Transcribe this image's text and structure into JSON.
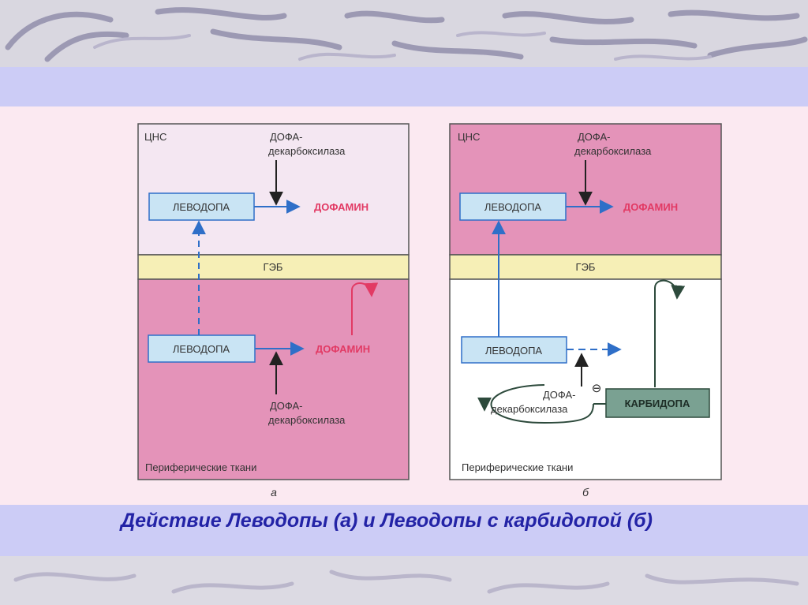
{
  "diagram": {
    "panel_a": {
      "cns": "ЦНС",
      "enzyme_top_line1": "ДОФА-",
      "enzyme_top_line2": "декарбоксилаза",
      "levodopa_top": "ЛЕВОДОПА",
      "dopamine_top": "ДОФАМИН",
      "bbb": "ГЭБ",
      "levodopa_bottom": "ЛЕВОДОПА",
      "dopamine_bottom": "ДОФАМИН",
      "enzyme_bottom_line1": "ДОФА-",
      "enzyme_bottom_line2": "декарбоксилаза",
      "peripheral": "Периферические ткани",
      "letter": "а"
    },
    "panel_b": {
      "cns": "ЦНС",
      "enzyme_top_line1": "ДОФА-",
      "enzyme_top_line2": "декарбоксилаза",
      "levodopa_top": "ЛЕВОДОПА",
      "dopamine_top": "ДОФАМИН",
      "bbb": "ГЭБ",
      "levodopa_bottom": "ЛЕВОДОПА",
      "enzyme_bottom_line1": "ДОФА-",
      "enzyme_bottom_line2": "декарбоксилаза",
      "inhibit_sign": "⊖",
      "carbidopa": "КАРБИДОПА",
      "peripheral": "Периферические ткани",
      "letter": "б"
    }
  },
  "caption": "Действие Леводопы (а) и Леводопы с карбидопой (б)",
  "colors": {
    "cns_light": "#f4e7f2",
    "pink": "#e493b9",
    "bbb": "#f6efb6",
    "box_fill": "#c9e4f4",
    "arrow_blue": "#2f6fc8",
    "dopamine_red": "#e23a64",
    "carbidopa_green": "#7aa192",
    "caption_blue": "#2323a6",
    "band": "#ccccf6"
  }
}
